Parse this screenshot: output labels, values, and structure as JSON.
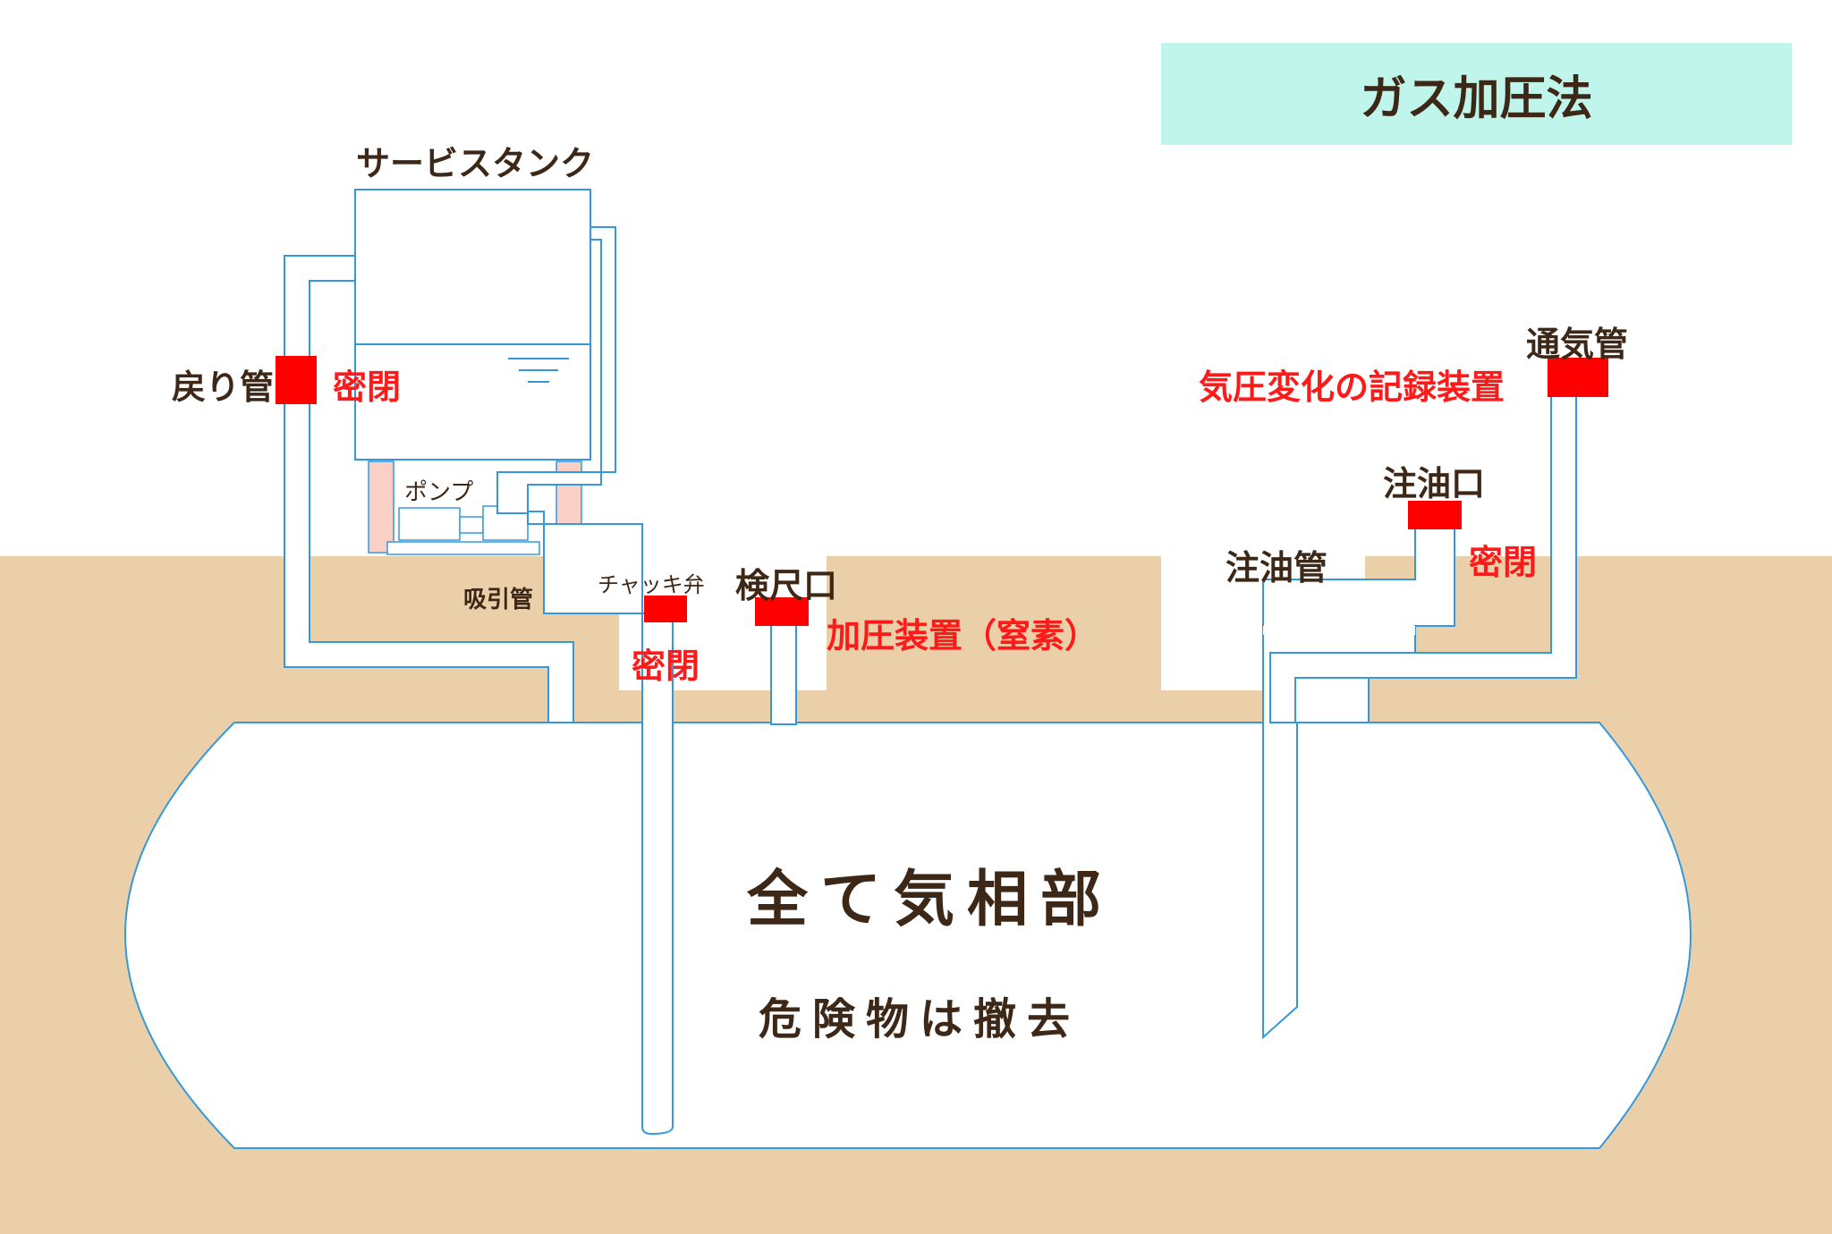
{
  "title": "ガス加圧法",
  "labels": {
    "service_tank": "サービスタンク",
    "return_pipe": "戻り管",
    "return_seal": "密閉",
    "pump": "ポンプ",
    "suction_pipe": "吸引管",
    "check_valve": "チャッキ弁",
    "check_valve_seal": "密閉",
    "gauge_port": "検尺口",
    "pressurizer": "加圧装置（窒素）",
    "fill_pipe": "注油管",
    "fill_port": "注油口",
    "fill_port_seal": "密閉",
    "vent_pipe": "通気管",
    "pressure_recorder": "気圧変化の記録装置",
    "tank_main": "全て気相部",
    "tank_sub": "危険物は撤去"
  },
  "colors": {
    "ground": "#ebcfa9",
    "pipe_stroke": "#3399dd",
    "seal": "#ff0000",
    "pump_base": "#f9cfc6",
    "title_bg": "#bff5ea",
    "text_dark": "#3d2817",
    "text_red": "#ff1a1a"
  }
}
